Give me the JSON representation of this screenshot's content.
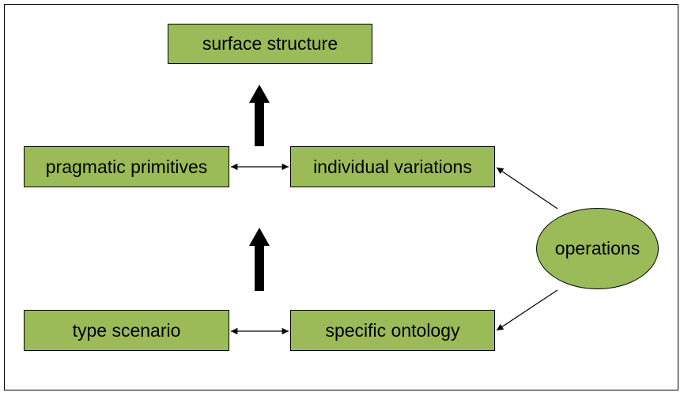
{
  "nodes": {
    "surface_structure": "surface structure",
    "pragmatic_primitives": "pragmatic primitives",
    "individual_variations": "individual variations",
    "type_scenario": "type scenario",
    "specific_ontology": "specific ontology",
    "operations": "operations"
  },
  "colors": {
    "node_fill": "#9bbb59",
    "stroke": "#000000",
    "background": "#ffffff"
  }
}
